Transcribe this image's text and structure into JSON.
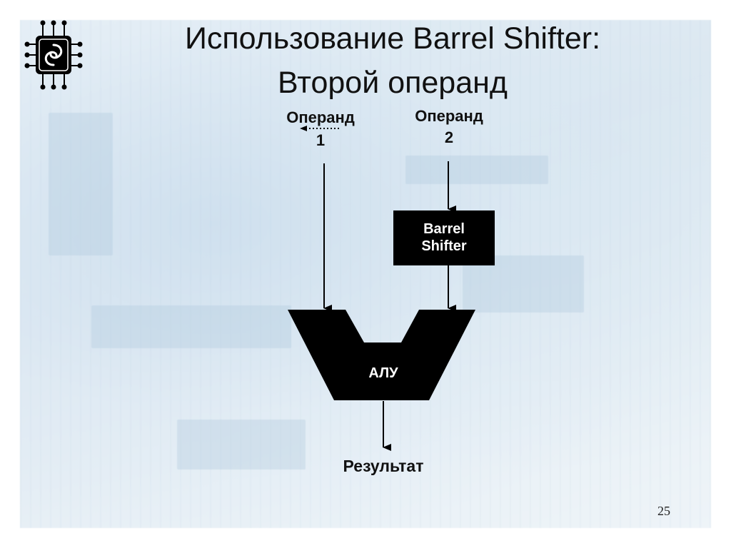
{
  "slide": {
    "title_line1": "Использование Barrel Shifter:",
    "title_line2": "Второй операнд",
    "page_number": "25"
  },
  "diagram": {
    "operand1_line1": "Операнд",
    "operand1_line2": "1",
    "operand2_line1": "Операнд",
    "operand2_line2": "2",
    "shifter_line1": "Barrel",
    "shifter_line2": "Shifter",
    "alu_label": "АЛУ",
    "result_label": "Результат"
  },
  "colors": {
    "ink": "#000000",
    "box_text": "#ffffff"
  },
  "icons": [
    "microchip-logo-icon"
  ]
}
